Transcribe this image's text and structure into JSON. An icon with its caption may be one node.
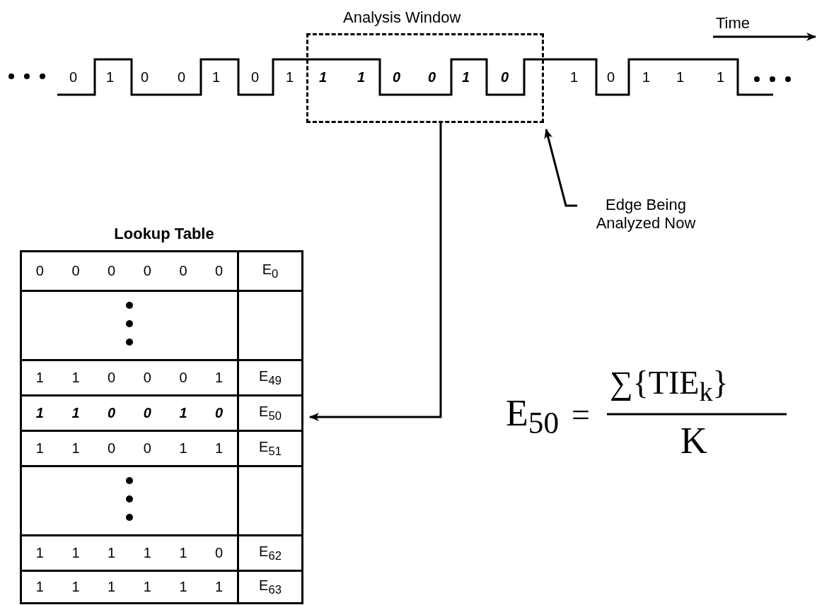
{
  "diagram": {
    "nodes": [
      {
        "text": [
          "Analysis Window"
        ]
      },
      {
        "text": [
          "Edge Being Analyzed Now"
        ]
      },
      {
        "text": [
          "Lookup Table"
        ]
      }
    ],
    "edges": [
      {
        "from": 0,
        "to": 2,
        "arrow": "to"
      },
      {
        "from": 1,
        "to": 0,
        "arrow": "to"
      }
    ],
    "labels": [
      "Time",
      "0",
      "1",
      "0",
      "0",
      "1",
      "0",
      "1",
      "1",
      "1",
      "0",
      "0",
      "1",
      "0",
      "1",
      "0",
      "1",
      "1",
      "1",
      "0",
      "0",
      "0",
      "0",
      "0",
      "0",
      "E$_{0}$",
      "1",
      "1",
      "0",
      "0",
      "0",
      "1",
      "E$_{49}$",
      "1",
      "1",
      "0",
      "0",
      "1",
      "0",
      "E$_{50}$",
      "1",
      "1",
      "0",
      "0",
      "1",
      "1",
      "E$_{51}$",
      "1",
      "1",
      "1",
      "1",
      "1",
      "0",
      "E$_{62}$",
      "1",
      "1",
      "1",
      "1",
      "1",
      "1",
      "E$_{63}$",
      "E$_{50}$",
      "=",
      "∑{TIE$_{k}$}",
      "K"
    ]
  }
}
